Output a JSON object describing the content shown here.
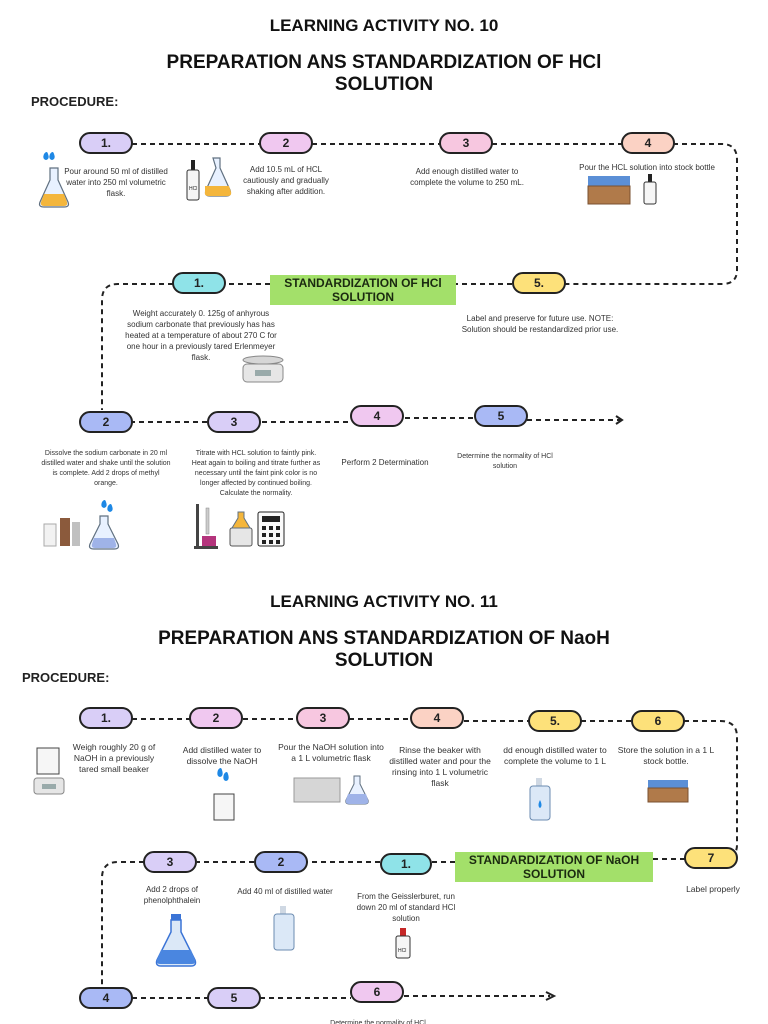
{
  "activity10": {
    "heading": "LEARNING ACTIVITY NO. 10",
    "title_line1": "PREPARATION ANS STANDARDIZATION OF HCl",
    "title_line2": "SOLUTION",
    "procedure_label": "PROCEDURE:",
    "prep_steps": [
      {
        "num": "1.",
        "text": "Pour around 50 ml of distilled water into 250 ml volumetric flask."
      },
      {
        "num": "2",
        "text": "Add 10.5 mL of HCL cautiously and gradually shaking after addition."
      },
      {
        "num": "3",
        "text": "Add enough distilled water to complete the volume to 250 mL."
      },
      {
        "num": "4",
        "text": "Pour the HCL solution into stock bottle"
      },
      {
        "num": "5.",
        "text": "Label and preserve for future use. NOTE: Solution should be restandardized prior use."
      }
    ],
    "std_label_line1": "STANDARDIZATION OF HCl",
    "std_label_line2": "SOLUTION",
    "std_steps": [
      {
        "num": "1.",
        "text": "Weight accurately 0. 125g of anhyrous sodium carbonate that previously has has heated at a temperature of about 270 C for one hour in a previously tared Erlenmeyer flask."
      },
      {
        "num": "2",
        "text": "Dissolve the sodium carbonate in 20 ml distilled water and shake until the solution is complete. Add 2 drops of methyl orange."
      },
      {
        "num": "3",
        "text": "Titrate with HCL solution to faintly pink. Heat again to boiling and titrate further as necessary until the faint pink color is no longer affected by continued boiling. Calculate the normality."
      },
      {
        "num": "4",
        "text": "Perform 2 Determination"
      },
      {
        "num": "5",
        "text": "Determine the normality of HCl solution"
      }
    ]
  },
  "activity11": {
    "heading": "LEARNING ACTIVITY NO. 11",
    "title_line1": "PREPARATION ANS STANDARDIZATION OF NaoH",
    "title_line2": "SOLUTION",
    "procedure_label": "PROCEDURE:",
    "prep_steps": [
      {
        "num": "1.",
        "text": "Weigh  roughly 20 g of NaOH in a previously tared small beaker"
      },
      {
        "num": "2",
        "text": "Add distilled water  to dissolve the NaOH"
      },
      {
        "num": "3",
        "text": "Pour the NaOH solution into a 1 L volumetric flask"
      },
      {
        "num": "4",
        "text": "Rinse the beaker with distilled  water and pour the rinsing into 1 L volumetric flask"
      },
      {
        "num": "5.",
        "text": "dd enough distilled water to complete the volume to 1 L"
      },
      {
        "num": "6",
        "text": "Store the solution in a 1 L stock bottle."
      },
      {
        "num": "7",
        "text": "Label properly"
      }
    ],
    "std_label_line1": "STANDARDIZATION OF NaOH",
    "std_label_line2": "SOLUTION",
    "std_steps": [
      {
        "num": "1.",
        "text": "From the Geisslerburet, run down 20 ml of standard HCl solution"
      },
      {
        "num": "2",
        "text": "Add 40 ml of distilled water"
      },
      {
        "num": "3",
        "text": "Add 2 drops of phenolphthalein"
      },
      {
        "num": "4",
        "text": ""
      },
      {
        "num": "5",
        "text": ""
      },
      {
        "num": "6",
        "text": "Determine the normality of HCl"
      }
    ]
  },
  "colors": {
    "lavender": "#d9cef7",
    "pink": "#f0c8f0",
    "rose": "#f7c7e0",
    "peach": "#fbd2c4",
    "yellow": "#fde17a",
    "cyan": "#8fe3e8",
    "blue": "#a9b9f5",
    "green": "#a3e06a"
  },
  "icons": [
    "water-drop-icon",
    "flask-icon",
    "dropper-bottle-icon",
    "stock-bottles-icon",
    "scale-icon",
    "reagent-bottles-icon",
    "titration-stand-icon",
    "hot-plate-icon",
    "calculator-icon",
    "beaker-icon",
    "wash-bottle-icon",
    "volumetric-flask-icon"
  ]
}
